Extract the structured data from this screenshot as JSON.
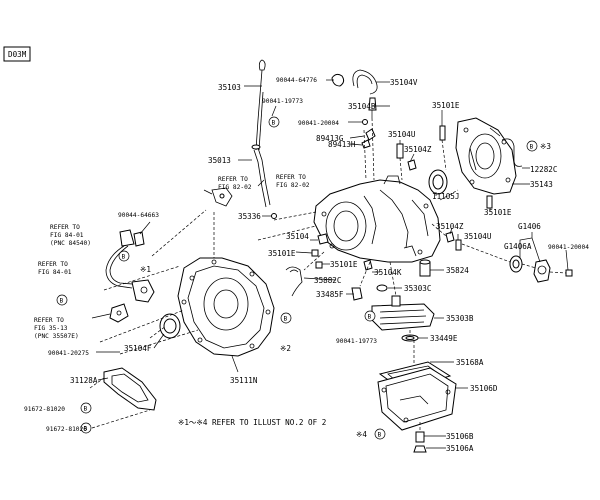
{
  "diagram_code": "D03M",
  "note": "※1～※4 REFER TO ILLUST NO.2 OF 2",
  "ref_marker": "B",
  "labels": {
    "p35103": "35103",
    "p90044_64776": "90044-64776",
    "p35104V": "35104V",
    "p90041_19773_top": "90041-19773",
    "p35104B": "35104B",
    "p35101E_top": "35101E",
    "p90041_20004_top": "90041-20004",
    "p89413G": "89413G",
    "p89413H": "89413H",
    "p35104U_top": "35104U",
    "p35104Z_top": "35104Z",
    "p35013": "35013",
    "ref_fig_82_02_a1": "REFER TO",
    "ref_fig_82_02_a2": "FIG 82-02",
    "ref_fig_82_02_b1": "REFER TO",
    "ref_fig_82_02_b2": "FIG 82-02",
    "p11105J": "11105J",
    "p12282C": "12282C",
    "p35143": "35143",
    "mark3": "※3",
    "p35101E_right": "35101E",
    "p35336": "35336",
    "p90044_64663": "90044-64663",
    "ref_fig_84_01_a1": "REFER TO",
    "ref_fig_84_01_a2": "FIG 84-01",
    "ref_fig_84_01_a3": "(PNC 84540)",
    "p35104": "35104",
    "p35101E_mid": "35101E",
    "p35104Z_mid": "35104Z",
    "p35104U_mid": "35104U",
    "pG1406": "G1406",
    "pG1406A": "G1406A",
    "p90041_20004_right": "90041-20004",
    "ref_fig_84_01_b1": "REFER TO",
    "ref_fig_84_01_b2": "FIG 84-01",
    "mark1": "※1",
    "p35101E_low": "35101E",
    "p35882C": "35882C",
    "p35104K": "35104K",
    "p35824": "35824",
    "p33485F": "33485F",
    "p35303C": "35303C",
    "ref_fig_35_13_1": "REFER TO",
    "ref_fig_35_13_2": "FIG 35-13",
    "ref_fig_35_13_3": "(PNC 35507E)",
    "p35303B": "35303B",
    "p90041_20275": "90041-20275",
    "p90041_19773_mid": "90041-19773",
    "p33449E": "33449E",
    "p35104F": "35104F",
    "mark2": "※2",
    "p35168A": "35168A",
    "p31128A": "31128A",
    "p35111N": "35111N",
    "p35106D": "35106D",
    "p91672_81020_a": "91672-81020",
    "p91672_81020_b": "91672-81020",
    "mark4": "※4",
    "p35106B": "35106B",
    "p35106A": "35106A"
  }
}
